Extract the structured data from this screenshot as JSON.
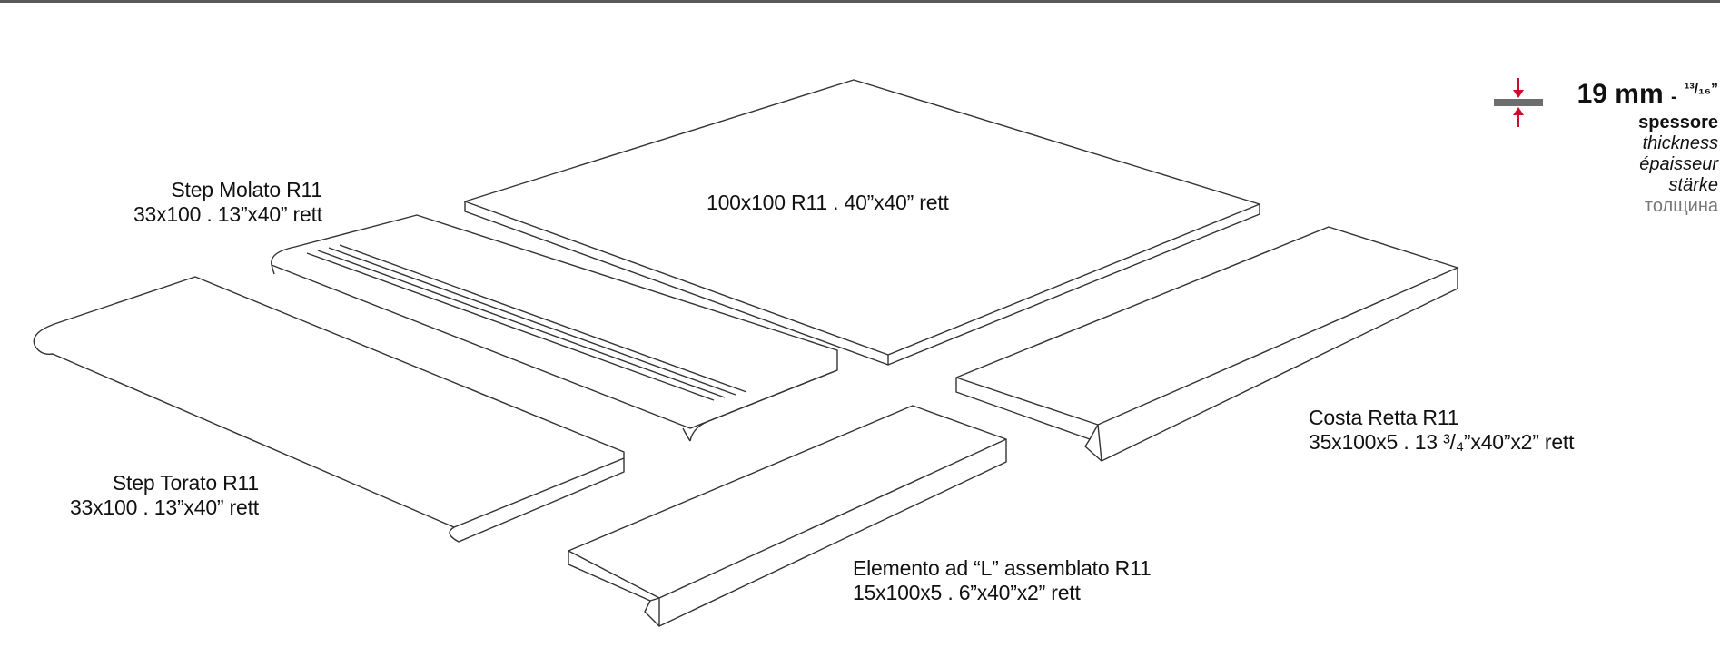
{
  "products": {
    "big_tile": {
      "line1": "100x100 R11 . 40”x40” rett"
    },
    "step_molato": {
      "line1": "Step Molato R11",
      "line2": "33x100 . 13”x40” rett"
    },
    "step_torato": {
      "line1": "Step Torato R11",
      "line2": "33x100 . 13”x40” rett"
    },
    "costa_retta": {
      "line1": "Costa Retta R11",
      "line2": "35x100x5 . 13 ³/₄”x40”x2” rett"
    },
    "elemento_l": {
      "line1": "Elemento ad “L” assemblato R11",
      "line2": "15x100x5 . 6”x40”x2” rett"
    }
  },
  "thickness": {
    "value": "19 mm",
    "separator": "-",
    "inch": "¹³/₁₆”",
    "labels": [
      "spessore",
      "thickness",
      "épaisseur",
      "stärke",
      "толщина"
    ]
  },
  "colors": {
    "outline": "#333333",
    "arrow": "#c8102e",
    "bar": "#6d6d6d",
    "rule": "#5a5a5a"
  },
  "icons": {
    "thickness": "thickness-indicator-icon"
  }
}
